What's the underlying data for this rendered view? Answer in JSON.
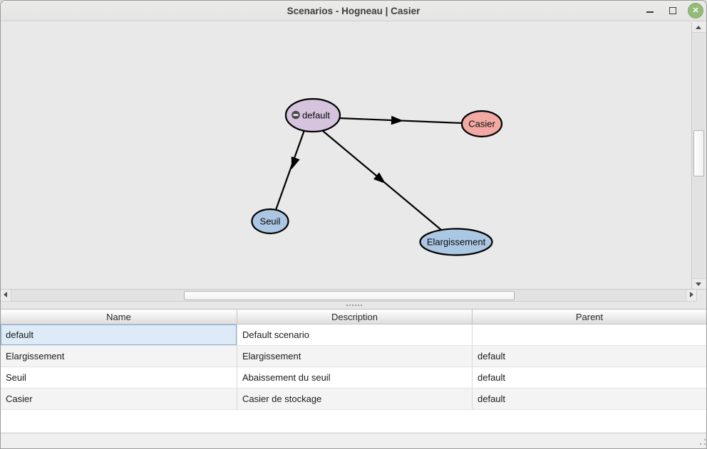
{
  "window": {
    "title": "Scenarios - Hogneau | Casier",
    "close_glyph": "✕"
  },
  "graph": {
    "nodes": [
      {
        "id": "default",
        "label": "default",
        "fill": "#d6c3de",
        "icon": "collapse-minus-badge"
      },
      {
        "id": "Casier",
        "label": "Casier",
        "fill": "#f2a9a3"
      },
      {
        "id": "Seuil",
        "label": "Seuil",
        "fill": "#abc7e3"
      },
      {
        "id": "Elargissement",
        "label": "Elargissement",
        "fill": "#abc7e3"
      }
    ],
    "edges": [
      {
        "from": "default",
        "to": "Casier"
      },
      {
        "from": "default",
        "to": "Seuil"
      },
      {
        "from": "default",
        "to": "Elargissement"
      }
    ]
  },
  "table": {
    "columns": [
      "Name",
      "Description",
      "Parent"
    ],
    "rows": [
      {
        "name": "default",
        "description": "Default scenario",
        "parent": ""
      },
      {
        "name": "Elargissement",
        "description": "Elargissement",
        "parent": "default"
      },
      {
        "name": "Seuil",
        "description": "Abaissement du seuil",
        "parent": "default"
      },
      {
        "name": "Casier",
        "description": "Casier de stockage",
        "parent": "default"
      }
    ],
    "selected_cell": {
      "row": 0,
      "column": "Name"
    }
  },
  "colors": {
    "close_button": "#94ba7a",
    "node_default": "#d6c3de",
    "node_casier": "#f2a9a3",
    "node_blue": "#abc7e3",
    "selected_cell_bg": "#dcebf7",
    "selected_cell_border": "#8fb1d1"
  }
}
